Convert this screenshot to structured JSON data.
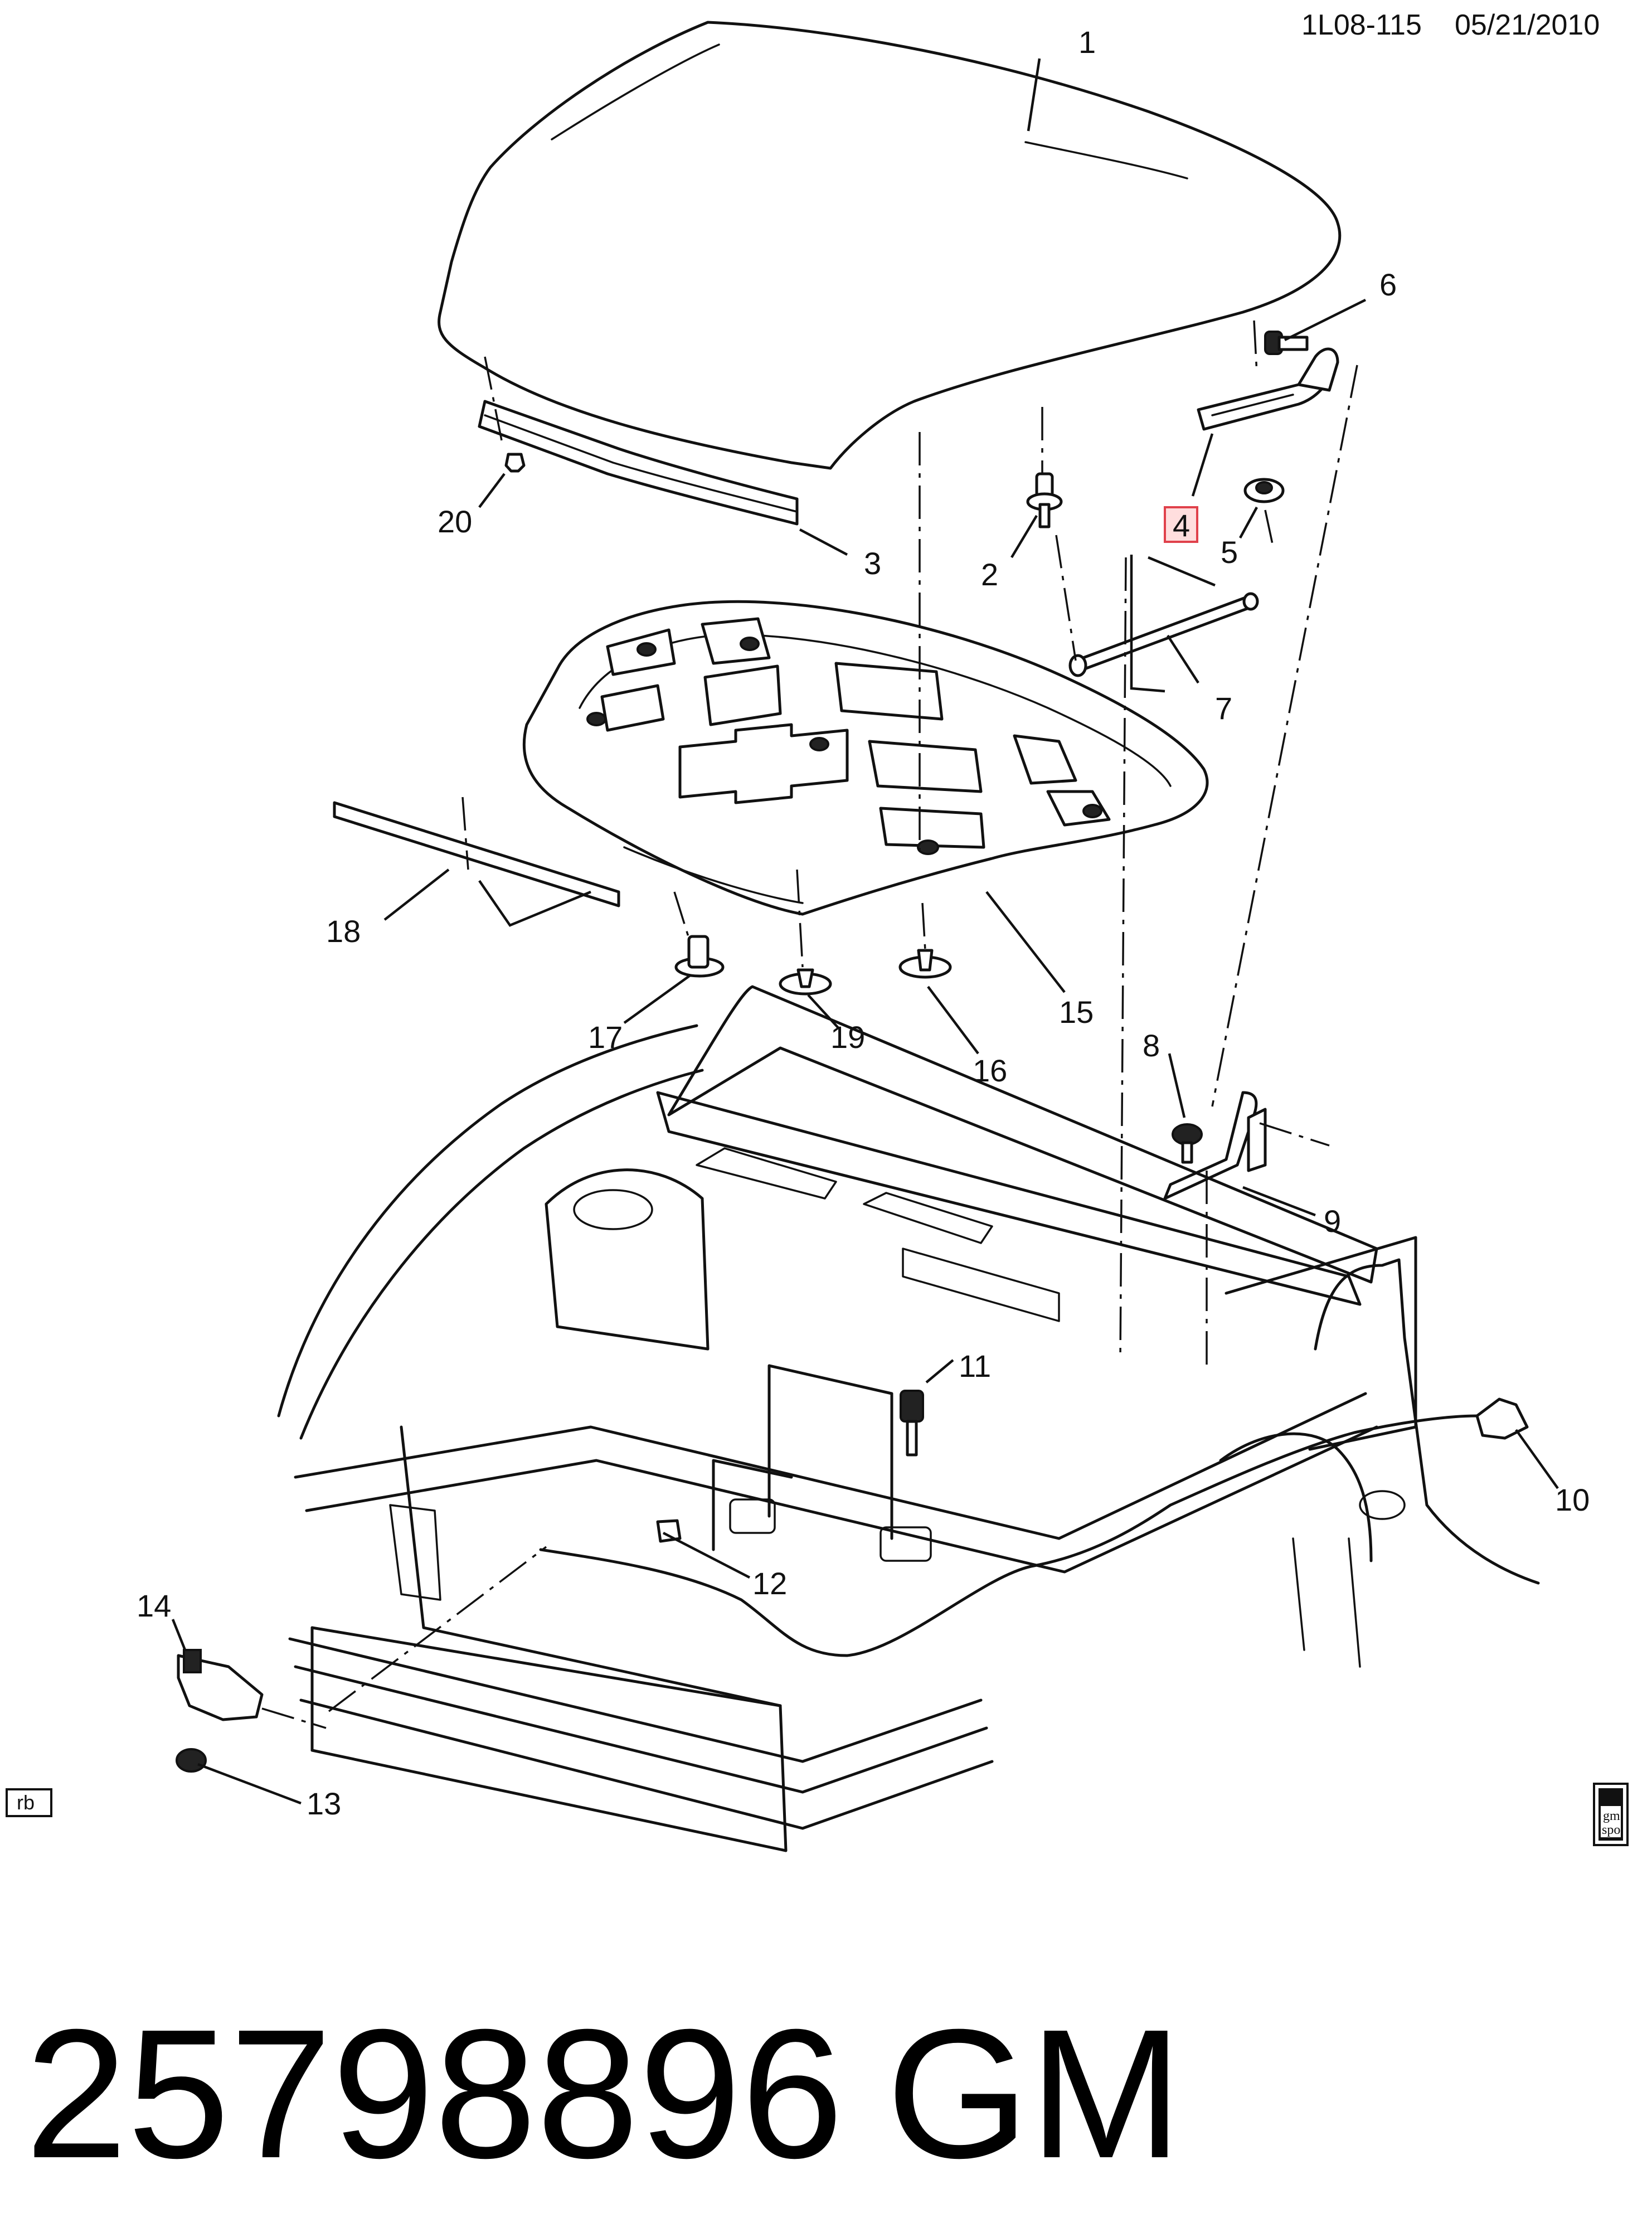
{
  "header": {
    "reference": "1L08-115",
    "date": "05/21/2010"
  },
  "callouts": [
    {
      "id": "1",
      "label": "1"
    },
    {
      "id": "2",
      "label": "2"
    },
    {
      "id": "3",
      "label": "3"
    },
    {
      "id": "4",
      "label": "4",
      "highlighted": true,
      "highlight_color": "#e0414b"
    },
    {
      "id": "5",
      "label": "5"
    },
    {
      "id": "6",
      "label": "6"
    },
    {
      "id": "7",
      "label": "7"
    },
    {
      "id": "8",
      "label": "8"
    },
    {
      "id": "9",
      "label": "9"
    },
    {
      "id": "10",
      "label": "10"
    },
    {
      "id": "11",
      "label": "11"
    },
    {
      "id": "12",
      "label": "12"
    },
    {
      "id": "13",
      "label": "13"
    },
    {
      "id": "14",
      "label": "14"
    },
    {
      "id": "15",
      "label": "15"
    },
    {
      "id": "16",
      "label": "16"
    },
    {
      "id": "17",
      "label": "17"
    },
    {
      "id": "18",
      "label": "18"
    },
    {
      "id": "19",
      "label": "19"
    },
    {
      "id": "20",
      "label": "20"
    }
  ],
  "corner_left": {
    "label": "rb"
  },
  "corner_right": {
    "line1": "gm",
    "line2": "spo",
    "icon": "gm-spo-logo-icon"
  },
  "footer": {
    "part_number": "25798896",
    "brand": "GM"
  }
}
